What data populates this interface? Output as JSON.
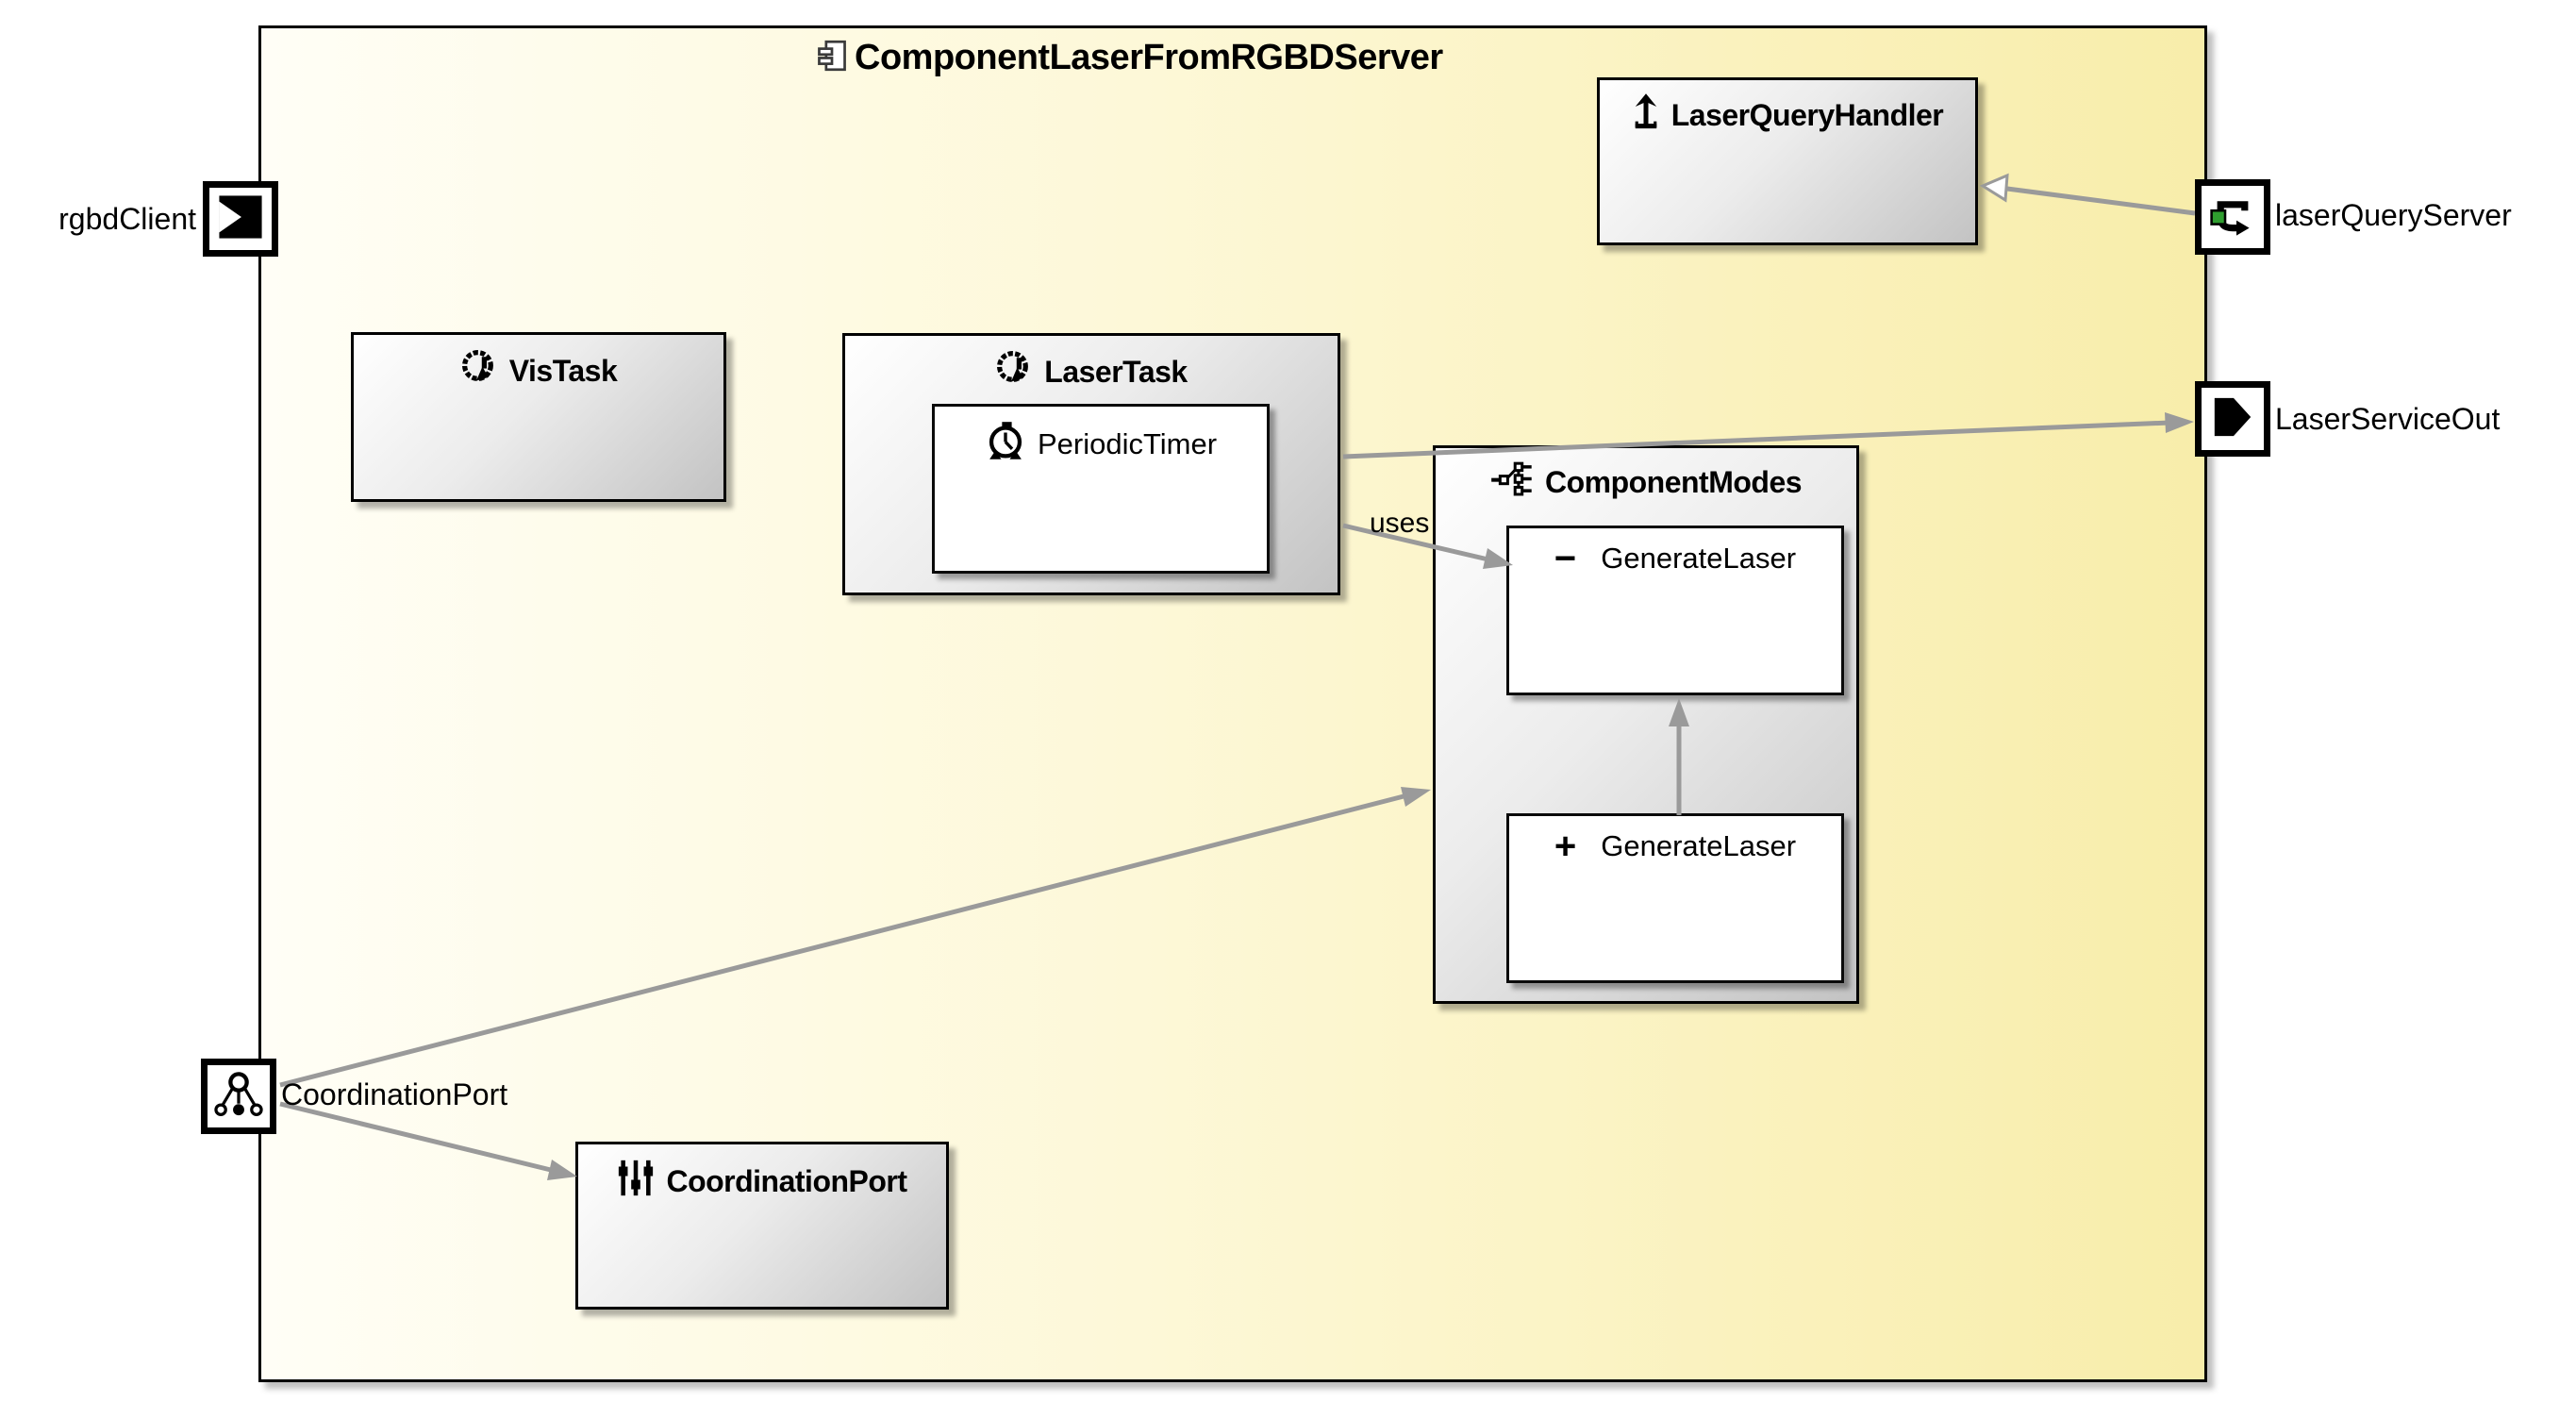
{
  "colors": {
    "canvas-left": "#fffef6",
    "canvas-right": "#f8edaa",
    "node-light": "#ffffff",
    "node-dark": "#c3c3c3",
    "connector-gray": "#9a9a9a",
    "port-green": "#2f9e2f"
  },
  "container": {
    "title": "ComponentLaserFromRGBDServer"
  },
  "components": {
    "laser_query_handler": {
      "title": "LaserQueryHandler"
    },
    "vis_task": {
      "title": "VisTask"
    },
    "laser_task": {
      "title": "LaserTask"
    },
    "periodic_timer": {
      "label": "PeriodicTimer"
    },
    "component_modes": {
      "title": "ComponentModes"
    },
    "generate_laser_private": {
      "visibility": "−",
      "label": "GenerateLaser"
    },
    "generate_laser_public": {
      "visibility": "+",
      "label": "GenerateLaser"
    },
    "coordination_port_box": {
      "title": "CoordinationPort"
    }
  },
  "ports": {
    "rgbd_client": {
      "label": "rgbdClient"
    },
    "laser_query_server": {
      "label": "laserQueryServer"
    },
    "laser_service_out": {
      "label": "LaserServiceOut"
    },
    "coordination_port": {
      "label": "CoordinationPort"
    }
  },
  "connections": {
    "uses_label": "uses"
  }
}
